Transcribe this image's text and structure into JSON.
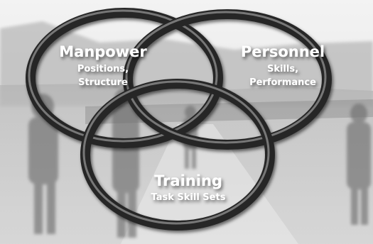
{
  "image": {
    "description_free": true,
    "palette": {
      "ring": "#2a2a2a",
      "ring_highlight": "#8a8a8a",
      "label": "#ffffff"
    }
  },
  "circles": [
    {
      "id": "manpower",
      "title": "Manpower",
      "lines": [
        "Positions,",
        "Structure"
      ]
    },
    {
      "id": "personnel",
      "title": "Personnel",
      "lines": [
        "Skills,",
        "Performance"
      ]
    },
    {
      "id": "training",
      "title": "Training",
      "lines": [
        "Task Skill Sets"
      ]
    }
  ]
}
